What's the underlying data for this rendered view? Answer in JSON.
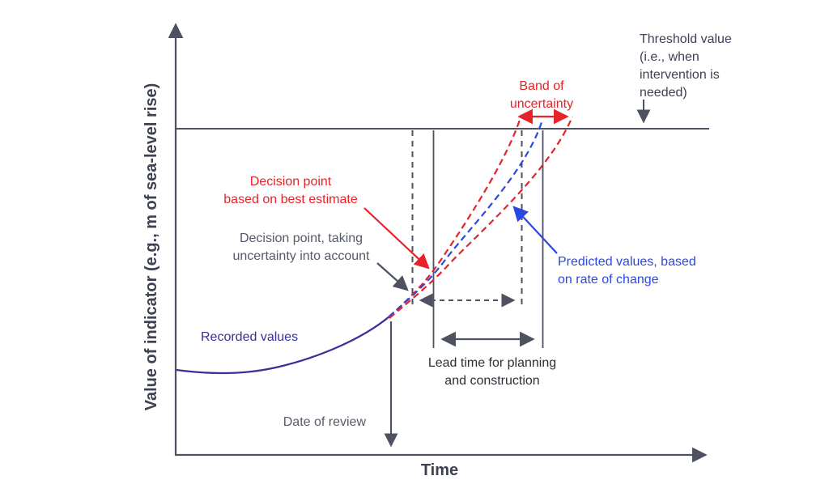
{
  "diagram": {
    "y_axis_label": "Value of indicator (e.g., m of sea-level rise)",
    "x_axis_label": "Time",
    "labels": {
      "threshold": {
        "line1": "Threshold value",
        "line2": "(i.e., when",
        "line3": "intervention is",
        "line4": "needed)"
      },
      "band_of_uncertainty": {
        "line1": "Band of",
        "line2": "uncertainty"
      },
      "decision_best_estimate": {
        "line1": "Decision point",
        "line2": "based on best estimate"
      },
      "decision_uncertainty": {
        "line1": "Decision point, taking",
        "line2": "uncertainty into account"
      },
      "predicted_values": {
        "line1": "Predicted values, based",
        "line2": "on rate of change"
      },
      "recorded_values": "Recorded values",
      "lead_time": {
        "line1": "Lead time for planning",
        "line2": "and construction"
      },
      "date_of_review": "Date of review"
    },
    "colors": {
      "red": "#e52329",
      "blue": "#2b48e0",
      "navy": "#373199",
      "line_gray": "#4d5160",
      "text_dark": "#3e4153",
      "text_gray": "#555a68",
      "text_black": "#2d2f36"
    }
  }
}
